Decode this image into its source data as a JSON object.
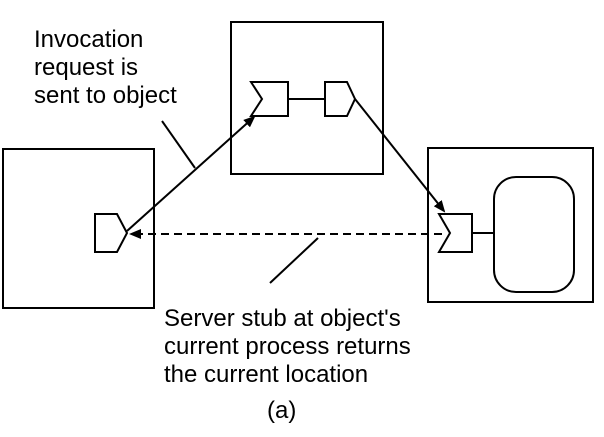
{
  "invocation_note": {
    "lines": [
      "Invocation",
      "request is",
      "sent to object"
    ]
  },
  "server_note": {
    "lines": [
      "Server stub at object's",
      "current process returns",
      "the current location"
    ]
  },
  "caption": "(a)",
  "colors": {
    "stroke": "#000000",
    "background": "#ffffff"
  }
}
